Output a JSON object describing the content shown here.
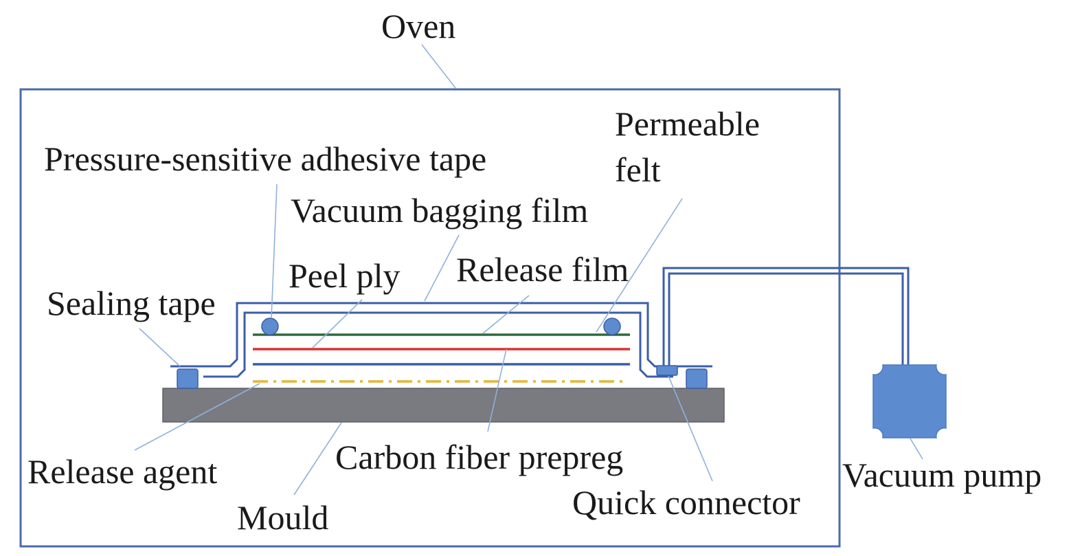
{
  "labels": {
    "oven": "Oven",
    "pressure_tape": "Pressure-sensitive adhesive tape",
    "permeable_felt_line1": "Permeable",
    "permeable_felt_line2": "felt",
    "vacuum_bagging_film": "Vacuum bagging film",
    "peel_ply": "Peel ply",
    "release_film": "Release film",
    "sealing_tape": "Sealing tape",
    "release_agent": "Release agent",
    "carbon_fiber_prepreg": "Carbon fiber prepreg",
    "mould": "Mould",
    "quick_connector": "Quick connector",
    "vacuum_pump": "Vacuum pump"
  },
  "colors": {
    "oven_border": "#4a6aae",
    "bag_film": "#3b5ea8",
    "felt_layer": "#2e6b3c",
    "peel_ply_layer": "#d8322f",
    "prepreg_layer": "#3b5ea8",
    "release_agent": "#e8b431",
    "mould": "#797b80",
    "components": "#5d8bd0",
    "leader_lines": "#8fb0dd"
  }
}
